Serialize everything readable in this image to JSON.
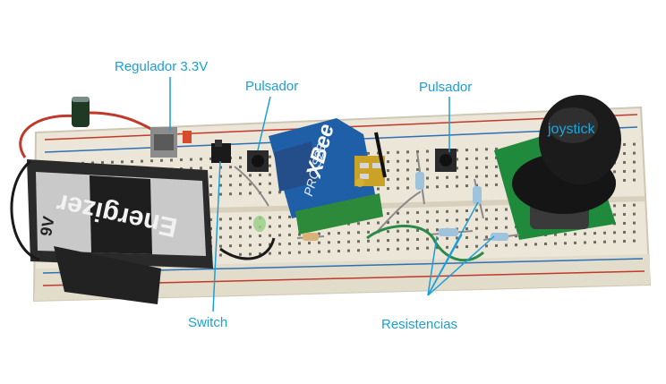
{
  "labels": {
    "regulador": "Regulador 3.3V",
    "pulsador_left": "Pulsador",
    "pulsador_right": "Pulsador",
    "joystick": "joystick",
    "switch": "Switch",
    "resistencias": "Resistencias"
  },
  "battery": {
    "brand": "Energizer",
    "voltage": "9V"
  },
  "xbee": {
    "brand": "XBee",
    "model": "PRO S2B"
  },
  "colors": {
    "annotation": "#1a9fd8",
    "breadboard": "#ece6d8",
    "xbee_board": "#1f5fa8",
    "joystick_pcb": "#1f8a3c",
    "joystick_cap": "#1b1b1b",
    "battery": "#2a2a2a",
    "battery_label": "#c9c9c9"
  }
}
